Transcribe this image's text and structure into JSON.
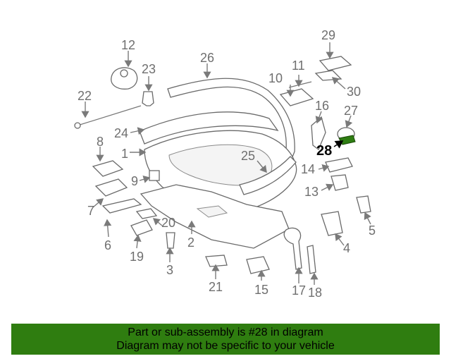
{
  "diagram": {
    "callouts": [
      "1",
      "2",
      "3",
      "4",
      "5",
      "6",
      "7",
      "8",
      "9",
      "10",
      "11",
      "12",
      "13",
      "14",
      "15",
      "16",
      "17",
      "18",
      "19",
      "20",
      "21",
      "22",
      "23",
      "24",
      "25",
      "26",
      "27",
      "28",
      "29",
      "30"
    ],
    "highlighted_callout": "28"
  },
  "banner": {
    "line1": "Part or sub-assembly is #28 in diagram",
    "line2": "Diagram may not be specific to your vehicle",
    "background": "#2f7d10"
  },
  "colors": {
    "highlight_part": "#2e7d12",
    "label": "#6f6f6f"
  }
}
